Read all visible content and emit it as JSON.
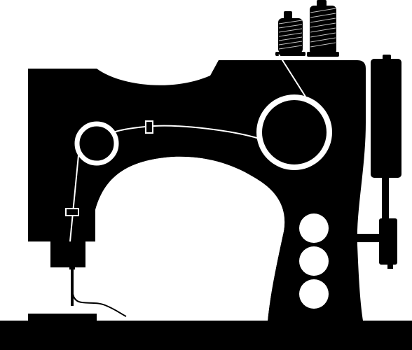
{
  "colors": {
    "background": "#ffffff",
    "silhouette": "#000000",
    "thread": "#ffffff"
  },
  "illustration": {
    "subject": "sewing-machine-silhouette",
    "spools": 2,
    "buttons": 3
  }
}
